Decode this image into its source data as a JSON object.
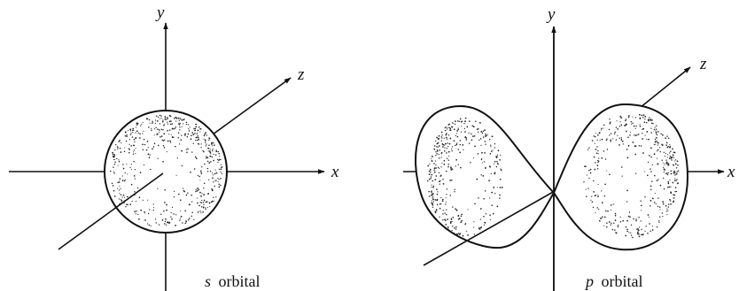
{
  "colors": {
    "ink": "#111111",
    "fill": "#ffffff"
  },
  "s_panel": {
    "axis_labels": {
      "x": "x",
      "y": "y",
      "z": "z"
    },
    "caption_symbol": "s",
    "caption_word": "orbital"
  },
  "p_panel": {
    "axis_labels": {
      "x": "x",
      "y": "y",
      "z": "z"
    },
    "caption_symbol": "p",
    "caption_word": "orbital"
  }
}
